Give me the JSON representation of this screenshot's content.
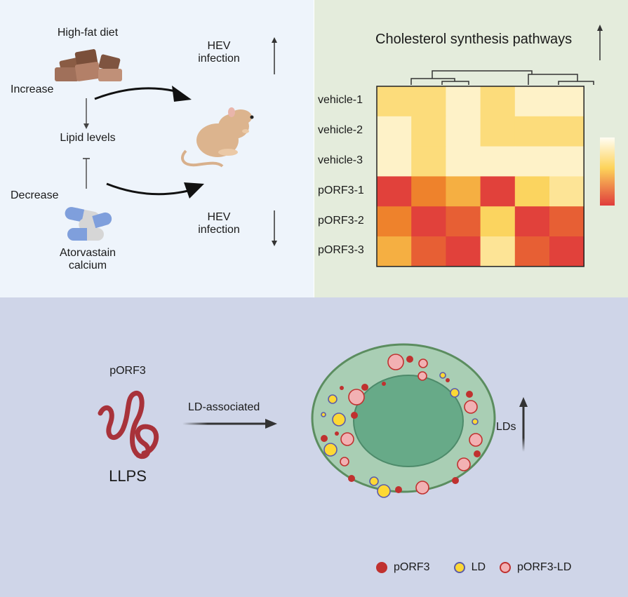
{
  "panel_a": {
    "high_fat_diet": "High-fat diet",
    "increase": "Increase",
    "lipid_levels": "Lipid levels",
    "decrease": "Decrease",
    "drug_line1": "Atorvastain",
    "drug_line2": "calcium",
    "hev_top_line1": "HEV",
    "hev_top_line2": "infection",
    "hev_bottom_line1": "HEV",
    "hev_bottom_line2": "infection",
    "hev_top_direction": "up",
    "hev_bottom_direction": "down"
  },
  "panel_b": {
    "title": "Cholesterol synthesis pathways",
    "title_direction": "up"
  },
  "chart_data": {
    "type": "heatmap",
    "title": "Cholesterol synthesis pathways",
    "rows": [
      "vehicle-1",
      "vehicle-2",
      "vehicle-3",
      "pORF3-1",
      "pORF3-2",
      "pORF3-3"
    ],
    "columns": [
      "",
      "",
      "",
      "",
      "",
      ""
    ],
    "values": [
      [
        0.75,
        0.75,
        0.95,
        0.75,
        0.95,
        0.95
      ],
      [
        0.95,
        0.75,
        0.95,
        0.75,
        0.75,
        0.75
      ],
      [
        0.95,
        0.75,
        0.95,
        0.95,
        0.95,
        0.95
      ],
      [
        0.02,
        0.3,
        0.5,
        0.02,
        0.68,
        0.82
      ],
      [
        0.3,
        0.02,
        0.15,
        0.68,
        0.02,
        0.15
      ],
      [
        0.5,
        0.15,
        0.02,
        0.82,
        0.15,
        0.02
      ]
    ],
    "value_range": [
      0,
      1
    ],
    "colorscale": [
      "#e03c3c",
      "#ef8a2a",
      "#fbd35a",
      "#fff8dc"
    ],
    "colorbar": "right",
    "column_dendrogram": true
  },
  "panel_c": {
    "protein_label": "pORF3",
    "llps_label": "LLPS",
    "arrow_label": "LD-associated",
    "lds_label": "LDs",
    "lds_direction": "up",
    "legend": [
      {
        "label": "pORF3",
        "fill": "#c0312f",
        "stroke": "#c0312f"
      },
      {
        "label": "LD",
        "fill": "#fdd835",
        "stroke": "#5c5ca8"
      },
      {
        "label": "pORF3-LD",
        "fill": "#f2b1b3",
        "stroke": "#c0312f"
      }
    ]
  },
  "colors": {
    "panel_a_bg": "#eef4fb",
    "panel_b_bg": "#e4ecdc",
    "panel_c_bg": "#cfd5e8",
    "cell_outer": "#a9ceb4",
    "cell_border": "#5b8d5f",
    "nucleus": "#67aa88",
    "nucleus_border": "#4d8a6a",
    "protein": "#a8323a"
  }
}
